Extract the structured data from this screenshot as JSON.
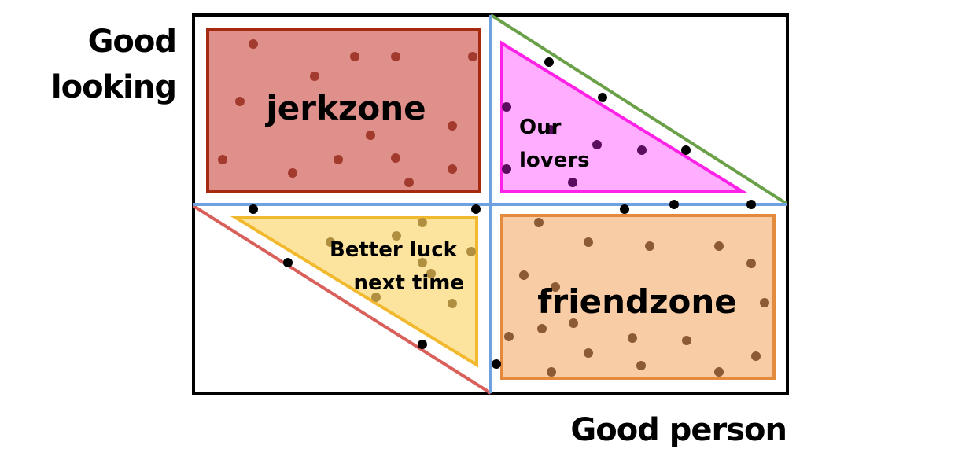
{
  "axes": {
    "y_label": [
      "Good",
      "looking"
    ],
    "x_label": "Good person"
  },
  "zones": {
    "jerkzone": {
      "label": [
        "jerkzone"
      ],
      "fill": "#e0908a",
      "stroke": "#a52a10",
      "dot": "#a33a2e"
    },
    "lovers": {
      "label": [
        "Our",
        "lovers"
      ],
      "fill": "#ffaeff",
      "stroke": "#ff21e8",
      "dot": "#5a0d5e"
    },
    "better_luck": {
      "label": [
        "Better luck",
        "next time"
      ],
      "fill": "#fde49e",
      "stroke": "#f2b92e",
      "dot": "#b09040"
    },
    "friendzone": {
      "label": [
        "friendzone"
      ],
      "fill": "#f8cca4",
      "stroke": "#e38a3c",
      "dot": "#8c5a35"
    }
  },
  "colors": {
    "frame": "#000000",
    "divider": "#6fa0e0",
    "upper_diagonal": "#6aa048",
    "lower_diagonal": "#d9605a",
    "loose_dot": "#000000"
  }
}
